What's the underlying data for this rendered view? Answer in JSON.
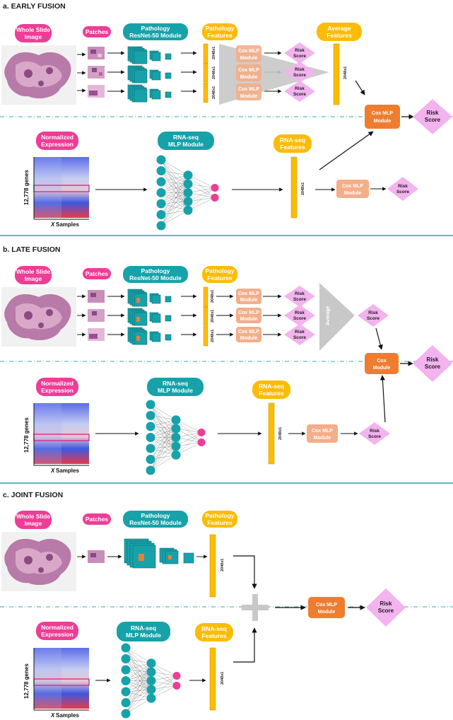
{
  "sections": {
    "early": {
      "title": "a. EARLY FUSION"
    },
    "late": {
      "title": "b. LATE FUSION"
    },
    "joint": {
      "title": "c. JOINT FUSION"
    }
  },
  "labels": {
    "wsi": [
      "Whole Slide",
      "Image"
    ],
    "patches": "Patches",
    "path_resnet": [
      "Pathology",
      "ResNet-50 Module"
    ],
    "path_features": [
      "Pathology",
      "Features"
    ],
    "avg_features": [
      "Average",
      "Features"
    ],
    "norm_expr": [
      "Normalized",
      "Expression"
    ],
    "rna_mlp": [
      "RNA-seq",
      "MLP Module"
    ],
    "rna_features": [
      "RNA-seq",
      "Features"
    ],
    "cox_mlp": [
      "Cox MLP",
      "Module"
    ],
    "cox": [
      "Cox",
      "Module"
    ],
    "risk": [
      "Risk",
      "Score"
    ],
    "dim": "2048x1",
    "genes": "12,778 genes",
    "samples_x": "X",
    "samples": " Samples",
    "average": "Average"
  },
  "colors": {
    "pink": "#ee3d96",
    "teal": "#17a2aa",
    "gold": "#fbbc05",
    "orange": "#ee7d30",
    "light_orange": "#f3ae8a",
    "risk_pink": "#f2b3ee",
    "gray": "#c8c8c8",
    "dashed": "#3aa9b5",
    "separator": "#26a0b0"
  }
}
